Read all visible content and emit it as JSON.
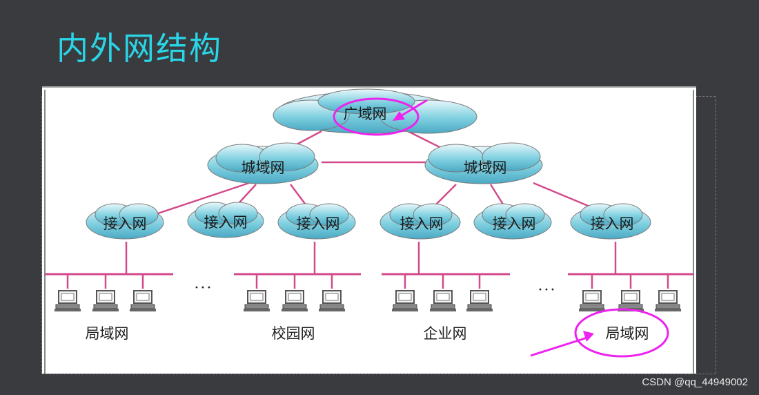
{
  "page": {
    "title": "内外网结构"
  },
  "diagram": {
    "wan": {
      "label": "广域网"
    },
    "metro": [
      {
        "label": "城域网"
      },
      {
        "label": "城域网"
      }
    ],
    "access": [
      {
        "label": "接入网"
      },
      {
        "label": "接入网"
      },
      {
        "label": "接入网"
      },
      {
        "label": "接入网"
      },
      {
        "label": "接入网"
      },
      {
        "label": "接入网"
      }
    ],
    "lans": [
      {
        "label": "局域网"
      },
      {
        "label": "校园网"
      },
      {
        "label": "企业网"
      },
      {
        "label": "局域网"
      }
    ],
    "ellipsis": "···",
    "colors": {
      "link": "#d24a8a",
      "highlight": "#ee22ee",
      "cloud_fill": "#6ecfe0"
    }
  },
  "watermark": "CSDN @qq_44949002"
}
